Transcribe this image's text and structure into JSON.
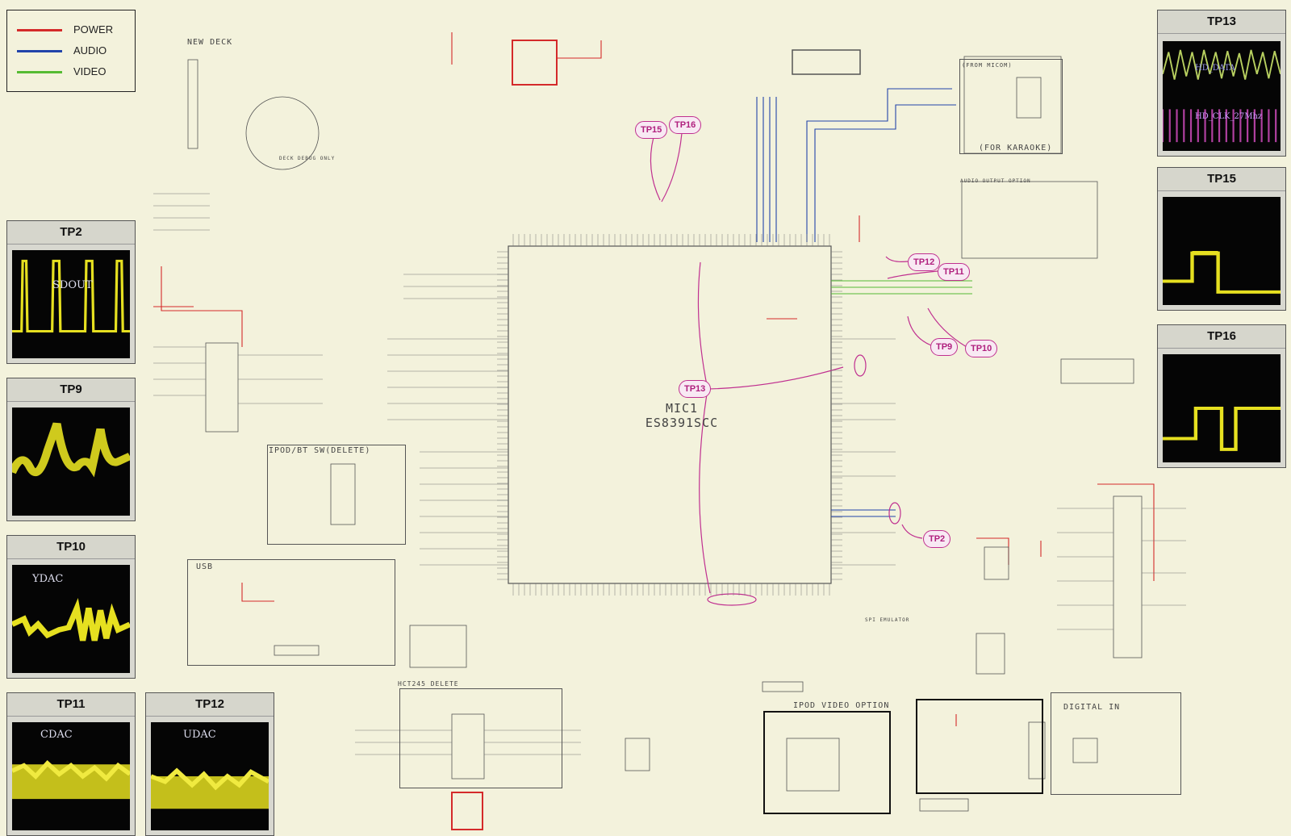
{
  "legend": [
    {
      "label": "POWER",
      "color": "#d42a2a"
    },
    {
      "label": "AUDIO",
      "color": "#2244aa"
    },
    {
      "label": "VIDEO",
      "color": "#55bb33"
    }
  ],
  "sections": {
    "new_deck": "NEW DECK",
    "deck_debug": "DECK DEBUG ONLY",
    "ipod_bt": "IPOD/BT SW(DELETE)",
    "usb": "USB",
    "hct245": "HCT245 DELETE",
    "ipod_video": "IPOD VIDEO OPTION",
    "digital_in": "DIGITAL IN",
    "from_micom": "(FROM MICOM)",
    "for_karaoke": "(FOR KARAOKE)",
    "audio_output_option": "AUDIO OUTPUT OPTION",
    "spi_emulator": "SPI EMULATOR"
  },
  "main_chip": {
    "line1": "MIC1",
    "line2": "ES8391SCC"
  },
  "test_points": [
    "TP15",
    "TP16",
    "TP12",
    "TP11",
    "TP9",
    "TP10",
    "TP13",
    "TP2"
  ],
  "panels": {
    "tp2": {
      "title": "TP2",
      "signal": "SDOUT"
    },
    "tp9": {
      "title": "TP9"
    },
    "tp10": {
      "title": "TP10",
      "signal": "YDAC"
    },
    "tp11": {
      "title": "TP11",
      "signal": "CDAC"
    },
    "tp12": {
      "title": "TP12",
      "signal": "UDAC"
    },
    "tp13": {
      "title": "TP13",
      "signal1": "HD_DATA",
      "signal2": "HD_CLK_27Mhz"
    },
    "tp15": {
      "title": "TP15"
    },
    "tp16": {
      "title": "TP16"
    }
  },
  "colors": {
    "trace": "#e6e020",
    "tp": "#c03090",
    "background": "#f3f2dc"
  }
}
